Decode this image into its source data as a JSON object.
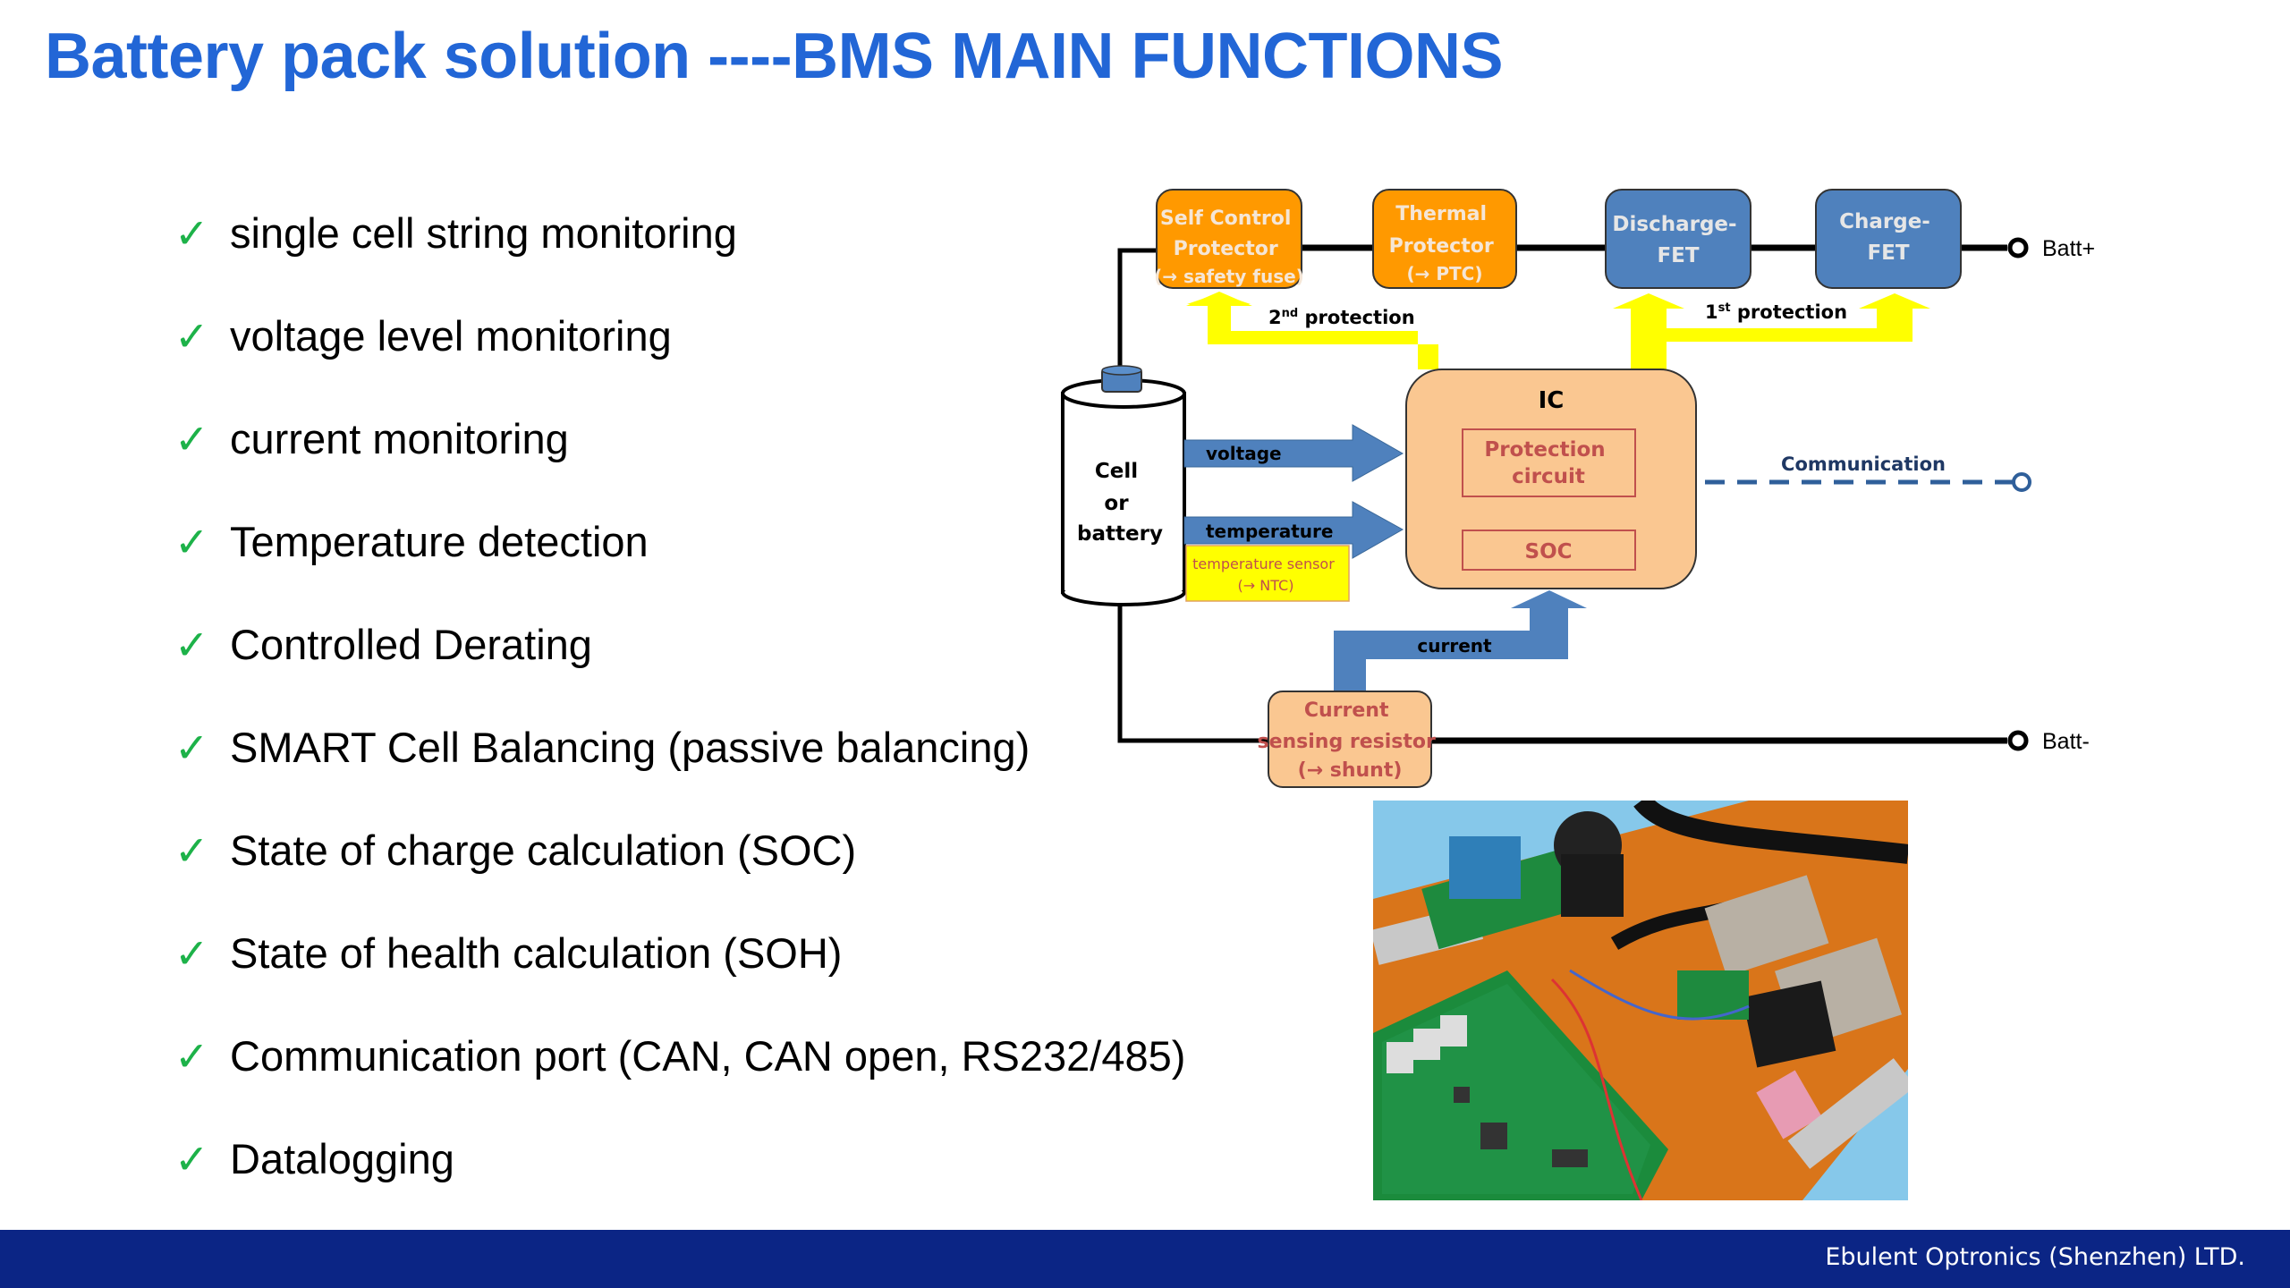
{
  "slide": {
    "title": "Battery pack solution ----BMS MAIN FUNCTIONS",
    "accent_color": "#2266D6",
    "check_color": "#1DB249",
    "check_icon": "✓"
  },
  "functions": [
    "single cell string monitoring",
    "voltage level monitoring",
    "current monitoring",
    "Temperature detection",
    "Controlled Derating",
    "SMART Cell Balancing (passive balancing)",
    "State of charge calculation (SOC)",
    "State of health calculation (SOH)",
    "Communication port (CAN, CAN open, RS232/485)",
    "Datalogging"
  ],
  "diagram": {
    "self_control": {
      "line1": "Self Control",
      "line2": "Protector",
      "line3": "(→ safety fuse)"
    },
    "thermal": {
      "line1": "Thermal",
      "line2": "Protector",
      "line3": "(→ PTC)"
    },
    "discharge_fet": {
      "line1": "Discharge-",
      "line2": "FET"
    },
    "charge_fet": {
      "line1": "Charge-",
      "line2": "FET"
    },
    "batt_plus": "Batt+",
    "batt_minus": "Batt-",
    "second_protection": {
      "base": "2",
      "sup": "nd",
      "text": " protection"
    },
    "first_protection": {
      "base": "1",
      "sup": "st",
      "text": " protection"
    },
    "cell": {
      "line1": "Cell",
      "line2": "or",
      "line3": "battery"
    },
    "voltage_label": "voltage",
    "temperature_label": "temperature",
    "temp_sensor": {
      "line1": "temperature sensor",
      "line2": "(→ NTC)"
    },
    "ic": {
      "title": "IC",
      "protection_line1": "Protection",
      "protection_line2": "circuit",
      "soc": "SOC"
    },
    "communication_label": "Communication",
    "current_label": "current",
    "shunt": {
      "line1": "Current",
      "line2": "sensing resistor",
      "line3": "(→ shunt)"
    },
    "colors": {
      "orange": "#FF9900",
      "blue": "#4F81BD",
      "yellow": "#FFFF00",
      "peach": "#FAC791",
      "red_text": "#C0504D",
      "comm_text": "#1F3864"
    }
  },
  "photo": {
    "description": "BMS circuit board photo"
  },
  "footer": {
    "company": "Ebulent Optronics (Shenzhen) LTD."
  }
}
